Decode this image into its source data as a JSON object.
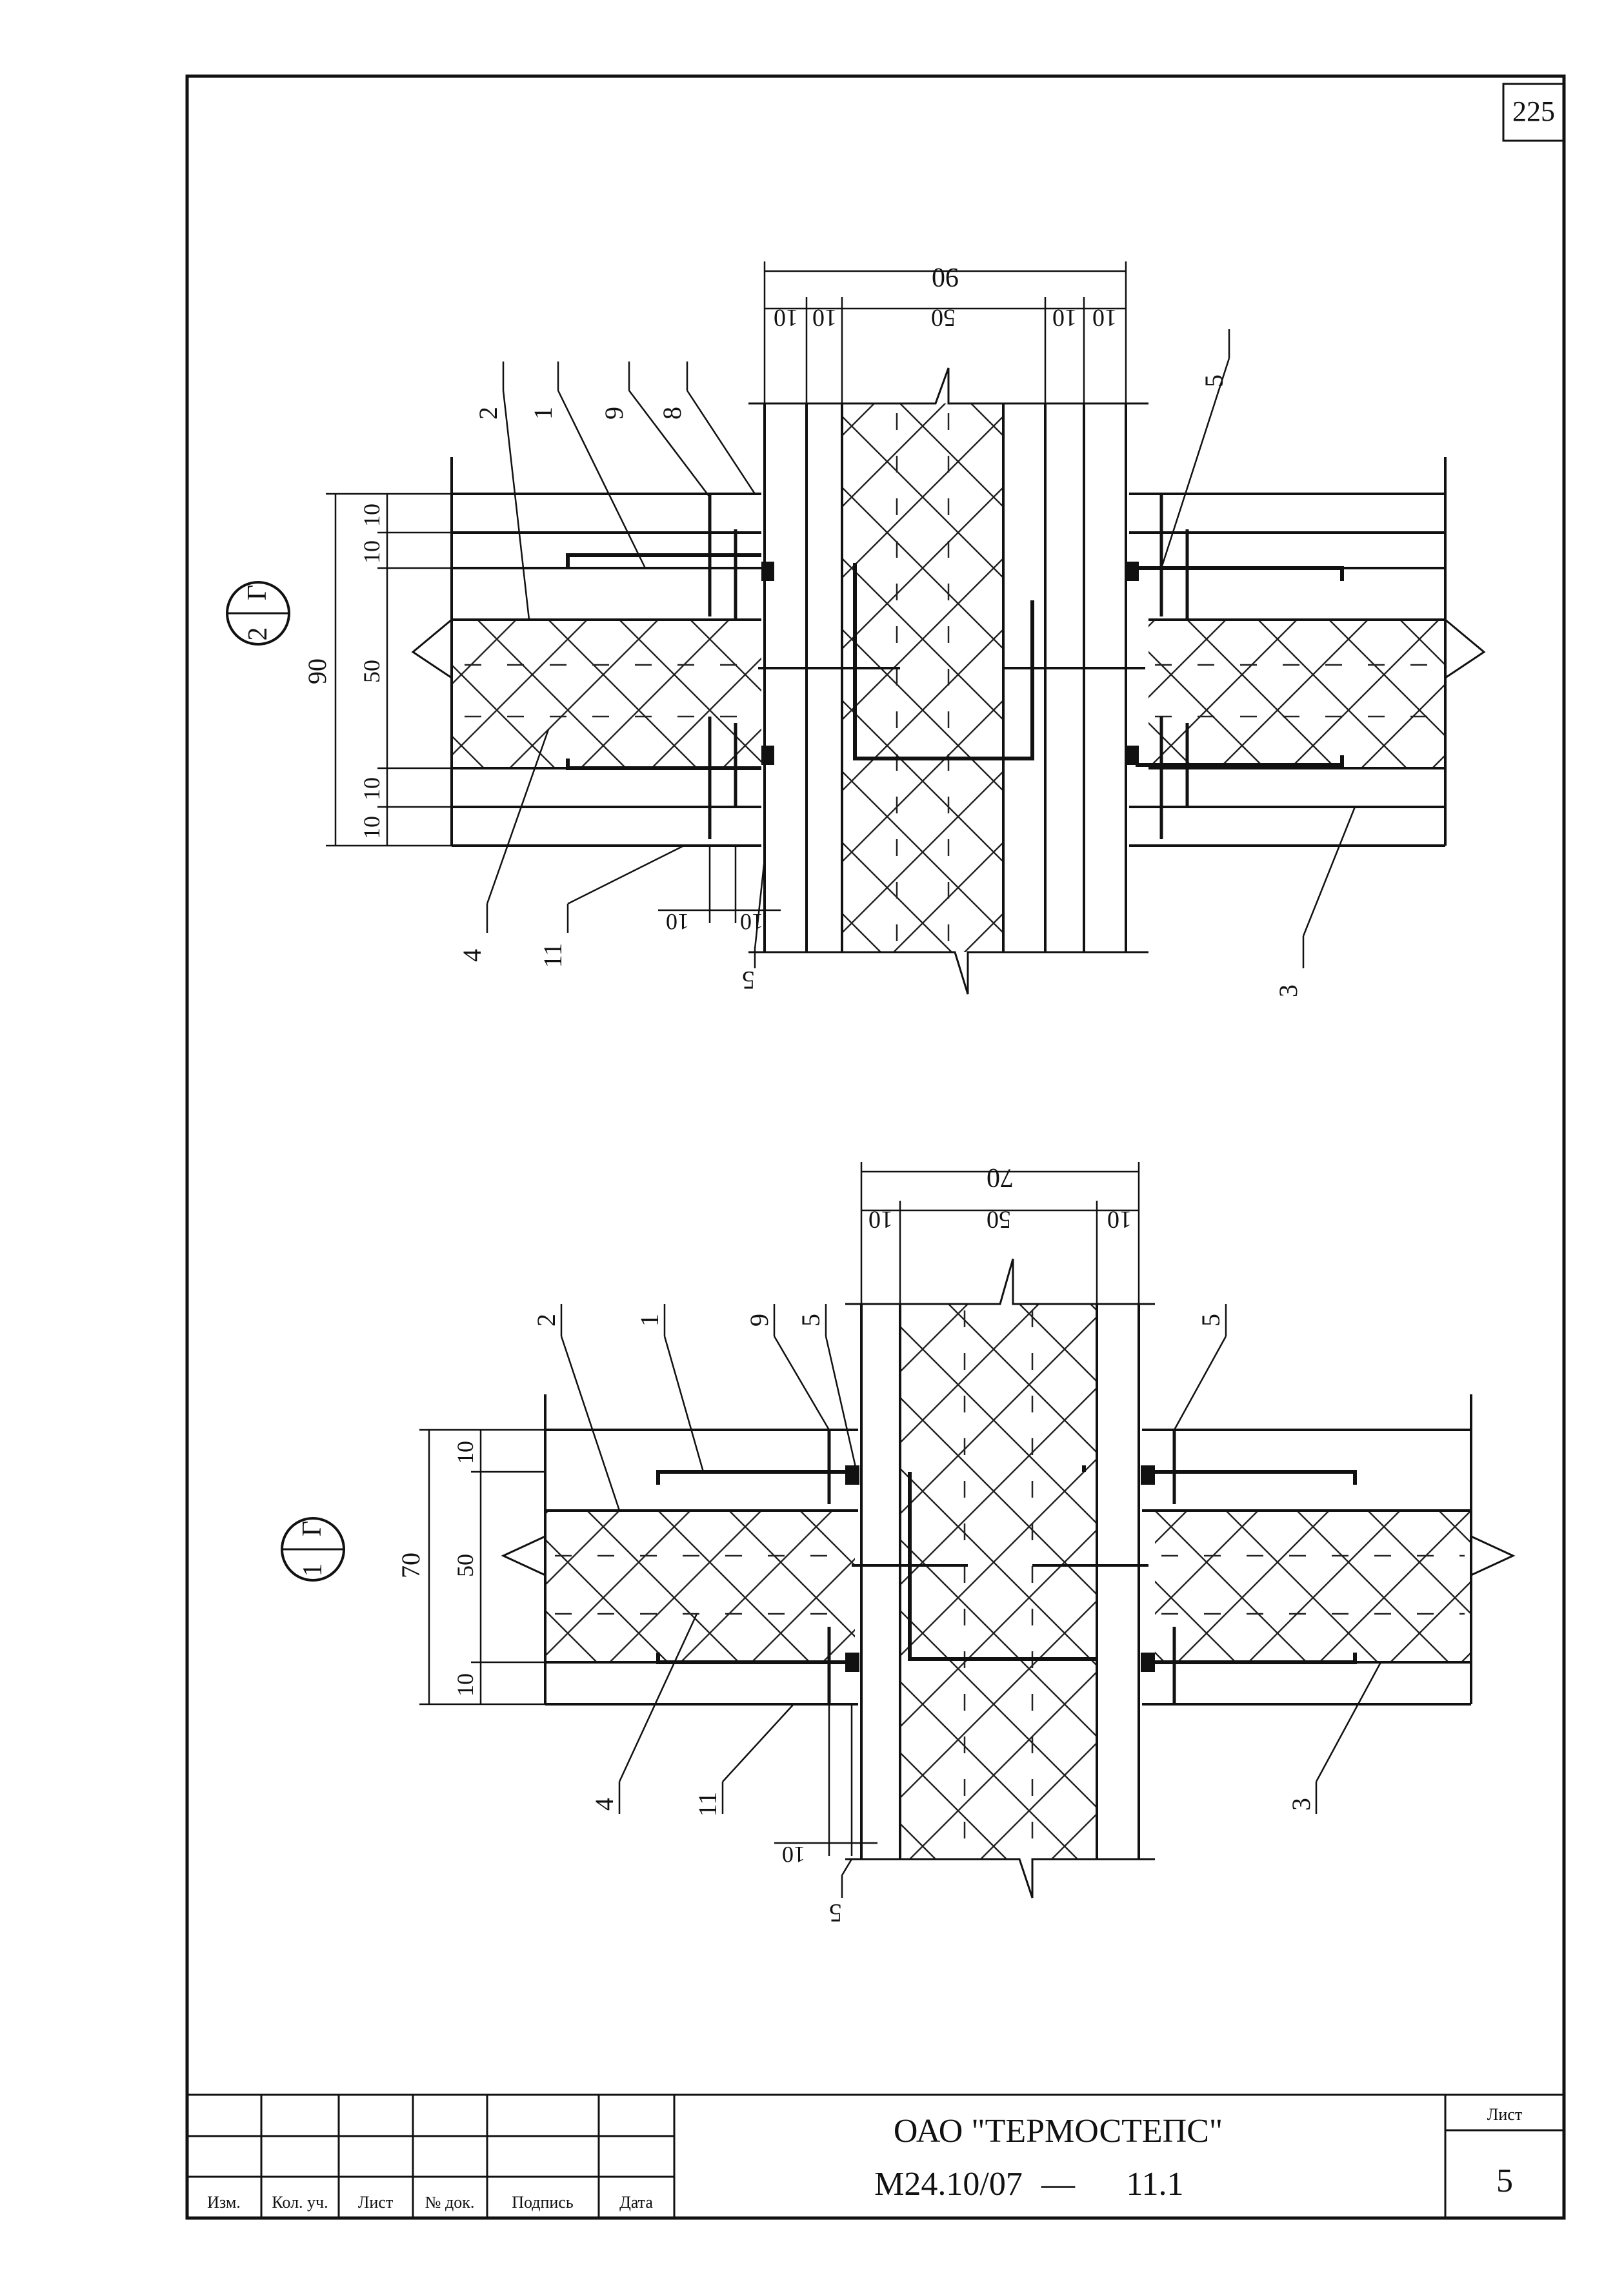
{
  "sheet": {
    "page_number": "225",
    "organization": "ОАО \"ТЕРМОСТЕПС\"",
    "document_code": "М24.10/07",
    "dash": "—",
    "section": "11.1",
    "sheet_label": "Лист",
    "sheet_number": "5"
  },
  "title_block": {
    "columns": [
      "Изм.",
      "Кол. уч.",
      "Лист",
      "№ док.",
      "Подпись",
      "Дата"
    ]
  },
  "detail_top": {
    "mark_letter": "Г",
    "mark_number": "2",
    "dims_top": {
      "total": "90",
      "parts": [
        "10",
        "10",
        "50",
        "10",
        "10"
      ]
    },
    "dims_left": {
      "total": "90",
      "parts": [
        "10",
        "10",
        "50",
        "10",
        "10"
      ]
    },
    "dims_bottom": [
      "10",
      "10"
    ],
    "callouts": [
      "2",
      "1",
      "9",
      "8",
      "5",
      "4",
      "11",
      "3",
      "5"
    ]
  },
  "detail_bottom": {
    "mark_letter": "Г",
    "mark_number": "1",
    "dims_top": {
      "total": "70",
      "parts": [
        "10",
        "50",
        "10"
      ]
    },
    "dims_left": {
      "total": "70",
      "parts": [
        "10",
        "50",
        "10"
      ]
    },
    "dims_bottom": [
      "10"
    ],
    "callouts": [
      "2",
      "1",
      "9",
      "5",
      "5",
      "4",
      "11",
      "3",
      "5"
    ]
  }
}
